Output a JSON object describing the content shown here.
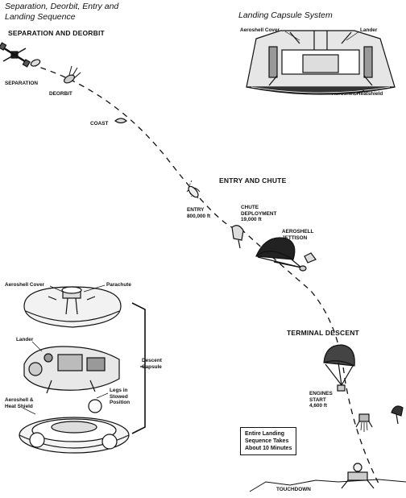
{
  "titles": {
    "main": [
      "Separation, Deorbit, Entry and",
      "Landing Sequence"
    ],
    "capsule_system": "Landing Capsule System"
  },
  "phases": {
    "separation_deorbit": "SEPARATION AND DEORBIT",
    "entry_chute": "ENTRY AND CHUTE",
    "terminal_descent": "TERMINAL DESCENT"
  },
  "events": {
    "separation": "SEPARATION",
    "deorbit": "DEORBIT",
    "coast": "COAST",
    "entry": [
      "ENTRY",
      "800,000 ft"
    ],
    "chute": [
      "CHUTE",
      "DEPLOYMENT",
      "19,000 ft"
    ],
    "jettison": [
      "AEROSHELL",
      "JETTISON"
    ],
    "engines": [
      "ENGINES",
      "START",
      "4,600 ft"
    ],
    "touchdown": "TOUCHDOWN"
  },
  "capsule_system_labels": {
    "cover": "Aeroshell Cover",
    "lander": "Lander",
    "heatshield": "Aeroshell Heatshield"
  },
  "exploded_labels": {
    "cover": "Aeroshell Cover",
    "parachute": "Parachute",
    "lander": "Lander",
    "shield": [
      "Aeroshell &",
      "Heat Shield"
    ],
    "legs": [
      "Legs in",
      "Stowed",
      "Position"
    ],
    "descent_capsule": [
      "Descent",
      "Capsule"
    ]
  },
  "note": [
    "Entire Landing",
    "Sequence Takes",
    "About 10 Minutes"
  ]
}
